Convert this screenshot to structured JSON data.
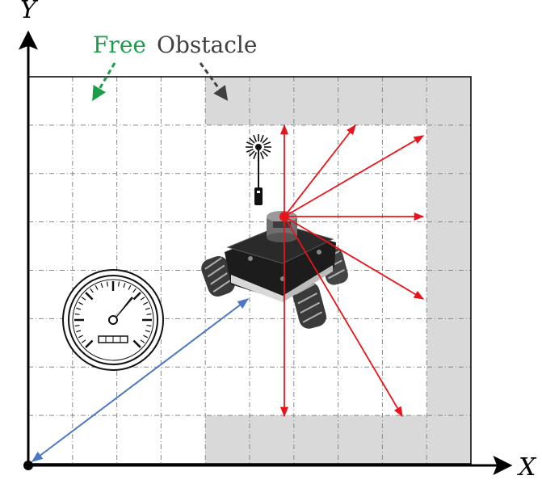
{
  "axes": {
    "x_label": "X",
    "y_label": "Y"
  },
  "legend": {
    "free_label": "Free",
    "obstacle_label": "Obstacle"
  },
  "grid": {
    "columns": 10,
    "rows": 8,
    "obstacle_cells": [
      [
        4,
        0
      ],
      [
        5,
        0
      ],
      [
        6,
        0
      ],
      [
        7,
        0
      ],
      [
        8,
        0
      ],
      [
        9,
        0
      ],
      [
        9,
        1
      ],
      [
        9,
        2
      ],
      [
        9,
        3
      ],
      [
        9,
        4
      ],
      [
        9,
        5
      ],
      [
        9,
        6
      ],
      [
        9,
        7
      ],
      [
        4,
        7
      ],
      [
        5,
        7
      ],
      [
        6,
        7
      ],
      [
        7,
        7
      ],
      [
        8,
        7
      ]
    ]
  },
  "colors": {
    "free_cell": "#ffffff",
    "obstacle_cell": "#d9d9d9",
    "grid_line": "#888888",
    "free_label": "#1a9e4b",
    "obstacle_label": "#404040",
    "lidar_rays": "#e8141b",
    "position_vector": "#4a78c2",
    "axis": "#000000"
  },
  "icons": {
    "robot": "mecanum-robot-image",
    "speedometer": "speedometer-icon",
    "beacon": "antenna-beacon-icon",
    "lidar": "lidar-sensor-icon"
  }
}
